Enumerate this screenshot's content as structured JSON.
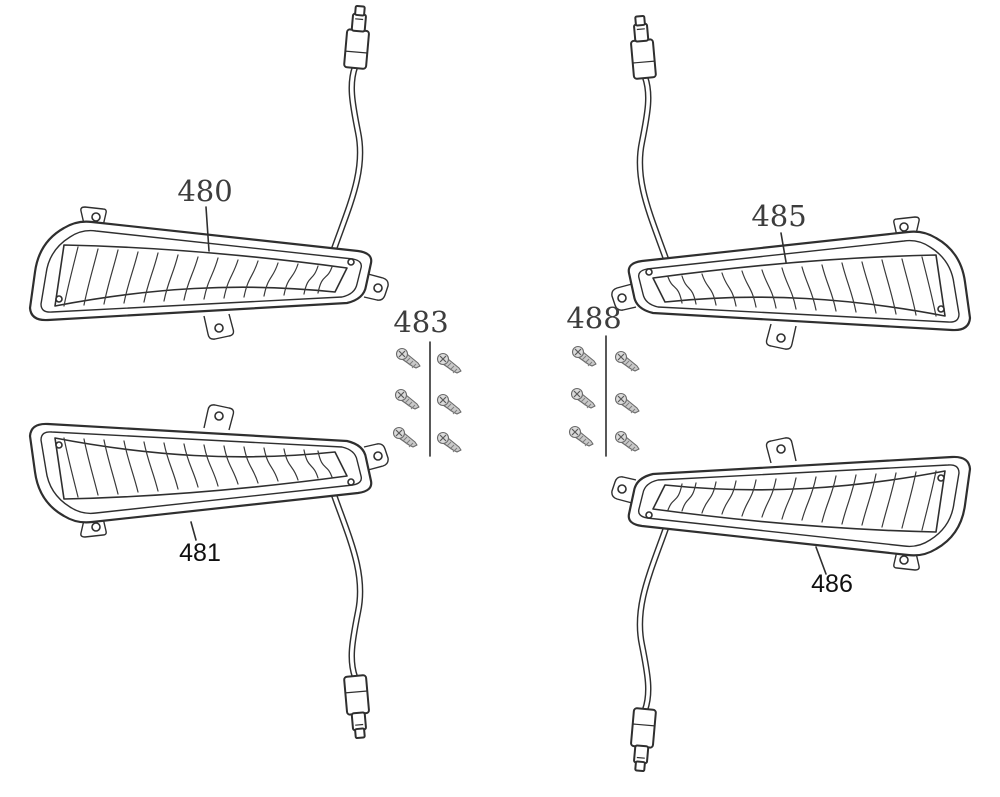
{
  "diagram": {
    "background": "#ffffff",
    "line_color": "#2f2f2f",
    "labels": {
      "part_480": "480",
      "part_481": "481",
      "part_483": "483",
      "part_485": "485",
      "part_486": "486",
      "part_488": "488"
    },
    "parts": [
      {
        "number": "480",
        "type": "lamp-assembly",
        "position": "top-left"
      },
      {
        "number": "481",
        "type": "lamp-assembly",
        "position": "bottom-left"
      },
      {
        "number": "483",
        "type": "screw-set",
        "screw_count": 6,
        "position": "center-left"
      },
      {
        "number": "485",
        "type": "lamp-assembly",
        "position": "top-right"
      },
      {
        "number": "486",
        "type": "lamp-assembly",
        "position": "bottom-right"
      },
      {
        "number": "488",
        "type": "screw-set",
        "screw_count": 6,
        "position": "center-right"
      }
    ]
  }
}
